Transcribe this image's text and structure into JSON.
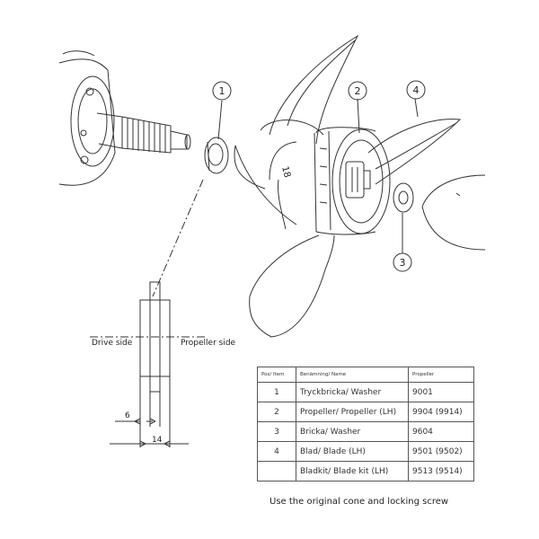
{
  "callouts": [
    "1",
    "2",
    "3",
    "4"
  ],
  "blade_marks": [
    "18"
  ],
  "detail": {
    "drive_side": "Drive side",
    "propeller_side": "Propeller side",
    "dim_small": "6",
    "dim_large": "14"
  },
  "table": {
    "headers": [
      "Pos/ Item",
      "Benämning/ Name",
      "Propeller"
    ],
    "rows": [
      {
        "pos": "1",
        "name": "Tryckbricka/ Washer",
        "part": "9001"
      },
      {
        "pos": "2",
        "name": "Propeller/ Propeller (LH)",
        "part": "9904 (9914)"
      },
      {
        "pos": "3",
        "name": "Bricka/ Washer",
        "part": "9604"
      },
      {
        "pos": "4",
        "name": "Blad/ Blade (LH)",
        "part": "9501 (9502)"
      },
      {
        "pos": "",
        "name": "Bladkit/ Blade kit (LH)",
        "part": "9513 (9514)"
      }
    ]
  },
  "footnote": "Use the original cone and locking screw"
}
